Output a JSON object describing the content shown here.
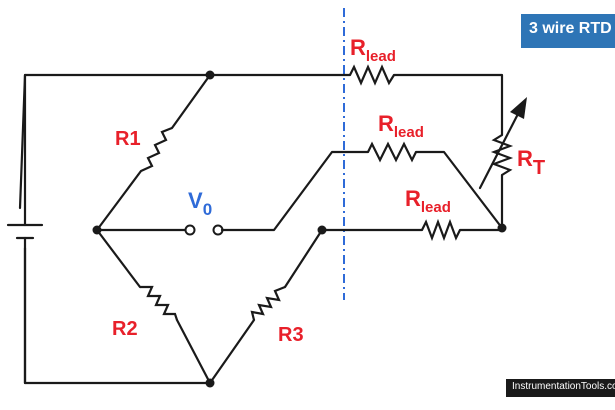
{
  "title": "3 wire RTD",
  "watermark": "InstrumentationTools.com",
  "labels": {
    "r1": "R1",
    "r2": "R2",
    "r3": "R3",
    "rlead_main": "R",
    "rlead_sub": "lead",
    "rt_main": "R",
    "rt_sub": "T",
    "v0_main": "V",
    "v0_sub": "0"
  },
  "colors": {
    "label_red": "#e8202a",
    "v0_blue": "#2f6bd8",
    "title_bg": "#2e75b6",
    "divider": "#2f6bd8",
    "wire": "#1a1a1a",
    "watermark_bg": "#1a1a1a"
  }
}
